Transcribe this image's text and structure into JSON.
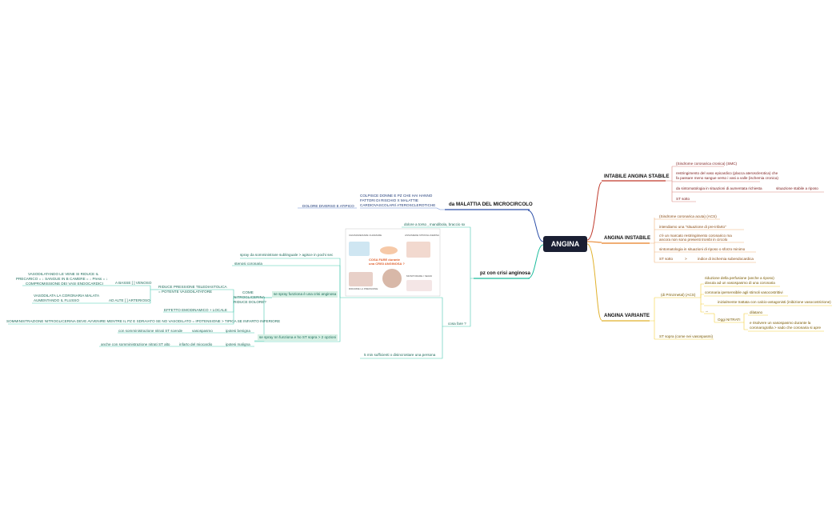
{
  "center": "ANGINA",
  "stable": {
    "title": "INTABILE ANGINA STABILE",
    "items": [
      "(Sindrome coronarica cronica) (SMC)",
      "restringimento del vaso epicardico (placca aterosclerotica) che",
      "fa passare meno sangue verso i vasi a valle (ischemia cronica)",
      "da sintomatologia in situazioni di aumentata richiesta",
      "situazione stabile a riposo",
      "ST sotto"
    ]
  },
  "unstable": {
    "title": "ANGINA INSTABILE",
    "items": [
      "(Sindrome coronarica acuta) (ACS)",
      "intendiamo una \"situazione di pre-infarto\"",
      "c'è un marcato restringimento coronarico ma",
      "ancora non sono presenti trombi in circolo",
      "sintomatologia in situazioni di riposo o sforzo minimo",
      "ST sotto",
      ">",
      "indice di ischemia subendocardica"
    ]
  },
  "variant": {
    "title": "ANGINA VARIANTE",
    "items": [
      "(di Prinzmetal) (ACS)",
      "riduzione della perfusione (anche a riposo)",
      "dovuta ad un vasospasmo di una coronaria",
      "coronaria ipersensibile agli stimoli vasocostrittivi",
      "inizialmente trattata con calcio-antagonisti (inibizione vasocostrizione)",
      "→",
      "Oggi NITRATI",
      "dilatano",
      "e risolvere un vasospasmo durante la",
      "coronarografia > vado che coronaria si apre",
      "ST sopra (come nei vasospasmi)"
    ]
  },
  "micro": {
    "title": "da MALATTIA DEL MICROCIRCOLO",
    "desc1": "COLPISCE DONNE E PZ CHE HAI HANNO",
    "desc2": "FATTORI DI RISCHIO X MALATTIE",
    "desc3": "CARDIOVASCOLARI/ ATEROSCLEROTICHE",
    "pain": "DOLORE DIVERSO E ATIPICO"
  },
  "crisis": {
    "title": "pz con crisi anginosa",
    "pain": "dolore a torso , mandibola, braccio sx",
    "what": "cosa fare ?",
    "five_min": "5 min sufficienti x disincrostare una persona",
    "spray_give": "spray da somministrare sublinguale > agisce in pochi sec",
    "spray_works": "se spray funziona è una crisi anginosa",
    "spray_not": "se spray nn funziona e ho ST sopra > 2 opzioni",
    "stenosis": "stenosi coronaria",
    "how": "COME",
    "how2": "NITROGLICERINA",
    "how3": "RIDUCE DOLORE?",
    "reduce1": "RIDUCE PRESSIONE TELEDIASTOLICA",
    "reduce2": "= POTENTE VASODILATATORE",
    "low": "A BASSE [ ] VENOSO",
    "low1": "VASODILATANDO LE VENE SI RIDUCE IL",
    "low2": "PRECARICO = ↓ SANGUE IN B CAMERE = ↓ Press = ↓",
    "low3": "COMPROMISSIONE DEI VASI ENDOCARDICI",
    "high": "AD ALTE [ ] ARTERIOSO",
    "high1": "VASODILATA LA CORONARIA MALATA",
    "high2": "AUMENTANDO IL FLUSSO",
    "effect": "EFFETTO EMODINAMICO + LOCALE",
    "warning": "SOMMINISTRAZIONE NITROGLICERINA DEVE AVVENIRE MENTRE IL PZ E SDRAIATO SE NO VASODILATO = IPOTENSIONE > TIPICA SE INFARTO INFERIORE",
    "opt1_a": "con somministrazione nitrati ST scende",
    "opt1_b": "vasospasmo",
    "opt1_c": "ipotesi benigna",
    "opt2_a": "anche con somministrazione nitrati ST alto",
    "opt2_b": "infarto del miocardio",
    "opt2_c": "ipotesi maligna"
  },
  "image": {
    "question1": "COSA FARE durante",
    "question2": "una CRISI ANGINOSA ?",
    "cap1": "CHIAMARE/FARE CHIAMARE",
    "cap2": "ASSUMERE NITROGLICERINA",
    "cap3": "MONITORARE I SEGNI",
    "cap4": "RIDURRE LA PRESSIONE"
  },
  "colors": {
    "root": "#1a1f33",
    "stable": "#c0392b",
    "unstable": "#e67e22",
    "variant": "#e1b12c",
    "micro": "#2c4fa8",
    "crisis": "#1abc9c"
  }
}
